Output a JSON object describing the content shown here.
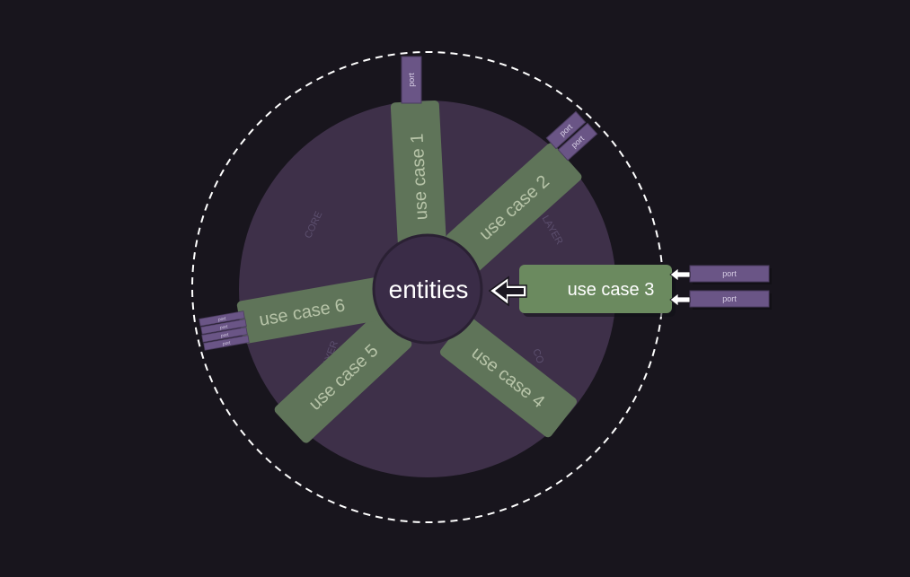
{
  "diagram": {
    "entities_label": "entities",
    "ring_labels": [
      "CORE",
      "LAYER",
      "LAYER",
      "CO"
    ],
    "use_cases": [
      {
        "id": 1,
        "label": "use case 1",
        "ports": [
          "port"
        ]
      },
      {
        "id": 2,
        "label": "use case 2",
        "ports": [
          "port",
          "port"
        ]
      },
      {
        "id": 3,
        "label": "use case 3",
        "ports": [
          "port",
          "port"
        ],
        "active": true
      },
      {
        "id": 4,
        "label": "use case 4",
        "ports": []
      },
      {
        "id": 5,
        "label": "use case 5",
        "ports": []
      },
      {
        "id": 6,
        "label": "use case 6",
        "ports": [
          "port",
          "port",
          "port",
          "port"
        ]
      }
    ]
  },
  "colors": {
    "background": "#18151d",
    "core_circle": "#3e3049",
    "use_case_dim": "#5f7459",
    "use_case_active": "#6b8a5f",
    "entities_fill": "#3a2c47",
    "port_fill": "#6a5586",
    "boundary_dash": "#ffffff"
  }
}
